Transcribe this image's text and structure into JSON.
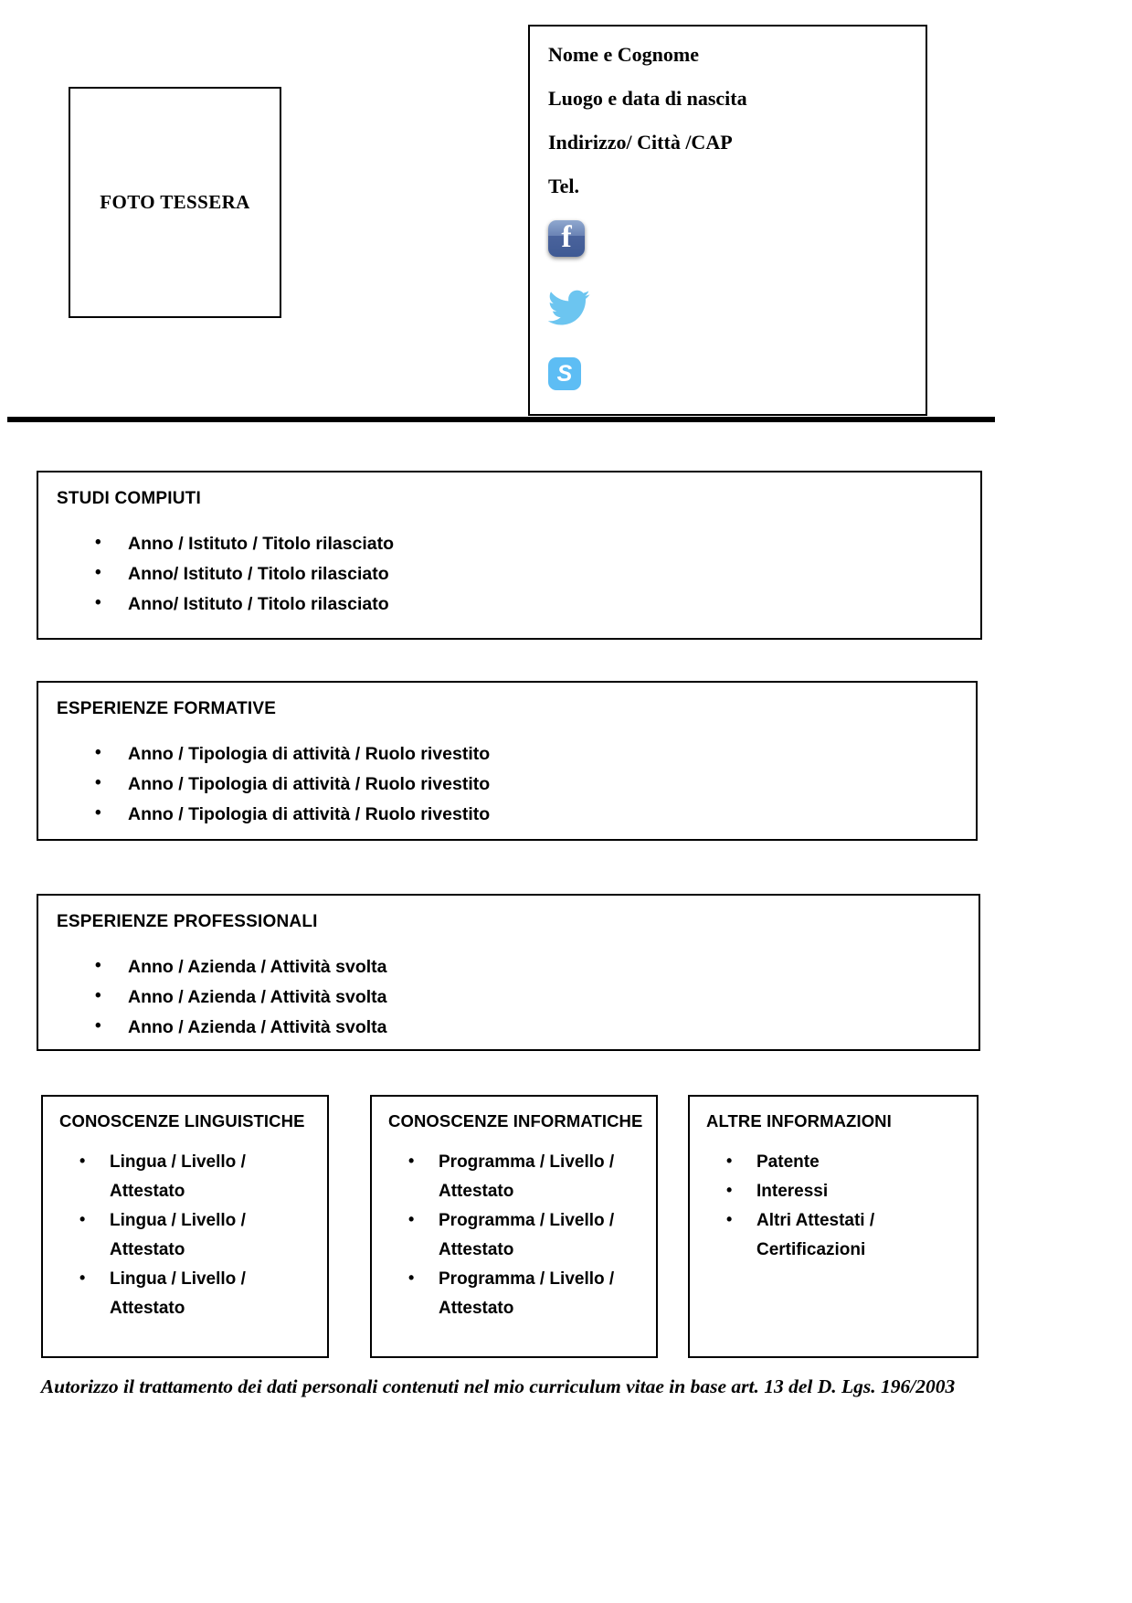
{
  "document": {
    "type": "cv-template",
    "language": "it"
  },
  "header": {
    "photo_placeholder": "FOTO TESSERA",
    "contact_lines": [
      "Nome e Cognome",
      "Luogo e data di nascita",
      "Indirizzo/ Città /CAP",
      "Tel."
    ],
    "social": [
      {
        "name": "facebook-icon",
        "glyph": "f",
        "color": "#4a639c"
      },
      {
        "name": "twitter-icon",
        "glyph": "bird",
        "color": "#6cc5f0"
      },
      {
        "name": "skype-icon",
        "glyph": "S",
        "color": "#5dbdf4"
      }
    ]
  },
  "sections": [
    {
      "id": "studi",
      "title": "STUDI COMPIUTI",
      "items": [
        "Anno / Istituto / Titolo rilasciato",
        "Anno/ Istituto / Titolo rilasciato",
        "Anno/ Istituto / Titolo rilasciato"
      ]
    },
    {
      "id": "formative",
      "title": "ESPERIENZE FORMATIVE",
      "items": [
        "Anno / Tipologia di attività / Ruolo rivestito",
        "Anno / Tipologia di attività / Ruolo rivestito",
        "Anno / Tipologia di attività / Ruolo rivestito"
      ]
    },
    {
      "id": "professionali",
      "title": "ESPERIENZE PROFESSIONALI",
      "items": [
        "Anno / Azienda / Attività svolta",
        "Anno / Azienda / Attività svolta",
        "Anno / Azienda / Attività svolta"
      ]
    }
  ],
  "columns": [
    {
      "id": "linguistiche",
      "title": "CONOSCENZE LINGUISTICHE",
      "items": [
        "Lingua / Livello / Attestato",
        "Lingua / Livello / Attestato",
        "Lingua / Livello / Attestato"
      ]
    },
    {
      "id": "informatiche",
      "title": "CONOSCENZE INFORMATICHE",
      "items": [
        "Programma / Livello / Attestato",
        "Programma / Livello / Attestato",
        "Programma / Livello / Attestato"
      ]
    },
    {
      "id": "altre",
      "title": "ALTRE INFORMAZIONI",
      "items": [
        "Patente",
        "Interessi",
        "Altri Attestati / Certificazioni"
      ]
    }
  ],
  "footer": {
    "privacy_note": "Autorizzo il trattamento dei dati personali contenuti nel mio curriculum vitae in base art. 13 del D. Lgs. 196/2003"
  }
}
